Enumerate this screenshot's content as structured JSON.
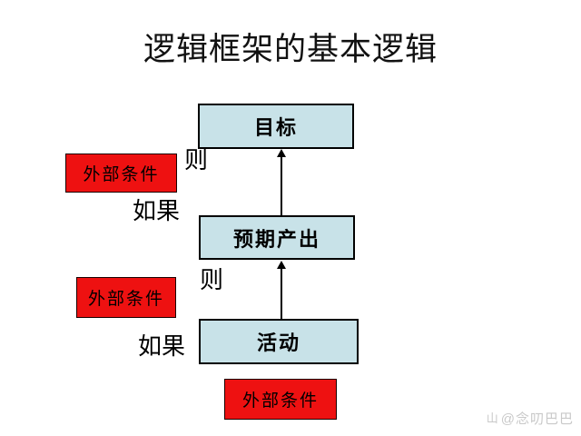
{
  "title": "逻辑框架的基本逻辑",
  "colors": {
    "box_blue": "#c8e2e8",
    "box_red": "#ee1111",
    "border": "#000000",
    "watermark": "#c9c9c9"
  },
  "flow_boxes": [
    {
      "id": "goal",
      "label": "目标"
    },
    {
      "id": "output",
      "label": "预期产出"
    },
    {
      "id": "activity",
      "label": "活动"
    }
  ],
  "condition_boxes": [
    {
      "label": "外部条件"
    },
    {
      "label": "外部条件"
    },
    {
      "label": "外部条件"
    }
  ],
  "connector_labels": [
    {
      "text": "则"
    },
    {
      "text": "如果"
    },
    {
      "text": "则"
    },
    {
      "text": "如果"
    }
  ],
  "arrows": [
    {
      "from": "预期产出",
      "to": "目标",
      "direction": "up"
    },
    {
      "from": "活动",
      "to": "预期产出",
      "direction": "up"
    }
  ],
  "watermark": {
    "logo": "山",
    "text": "@念叨巴巴"
  }
}
